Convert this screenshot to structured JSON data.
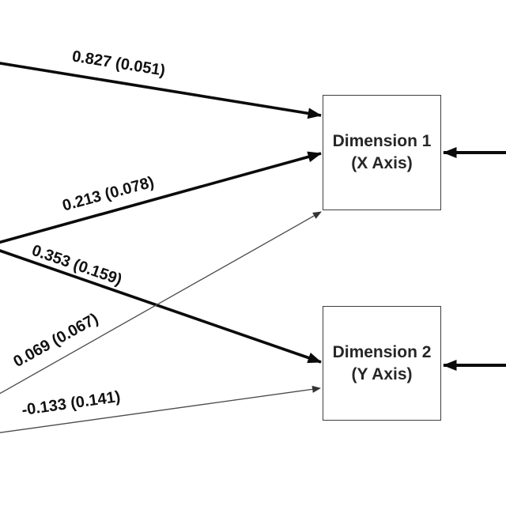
{
  "diagram": {
    "type": "path-diagram",
    "background": "#ffffff",
    "nodes": [
      {
        "id": "dimension-1",
        "title": "Dimension 1",
        "subtitle": "(X Axis)"
      },
      {
        "id": "dimension-2",
        "title": "Dimension 2",
        "subtitle": "(Y Axis)"
      }
    ],
    "edges": [
      {
        "id": "edge-0827",
        "label": "0.827 (0.051)",
        "estimate": 0.827,
        "se": 0.051,
        "target": "dimension-1",
        "weight": "thick",
        "from": "off-canvas-left"
      },
      {
        "id": "edge-0213",
        "label": "0.213 (0.078)",
        "estimate": 0.213,
        "se": 0.078,
        "target": "dimension-1",
        "weight": "thick",
        "from": "off-canvas-left"
      },
      {
        "id": "edge-0353",
        "label": "0.353 (0.159)",
        "estimate": 0.353,
        "se": 0.159,
        "target": "dimension-2",
        "weight": "thick",
        "from": "off-canvas-left"
      },
      {
        "id": "edge-0069",
        "label": "0.069 (0.067)",
        "estimate": 0.069,
        "se": 0.067,
        "target": "dimension-1",
        "weight": "thin",
        "from": "off-canvas-left"
      },
      {
        "id": "edge-m0133",
        "label": "-0.133 (0.141)",
        "estimate": -0.133,
        "se": 0.141,
        "target": "dimension-2",
        "weight": "thin",
        "from": "off-canvas-left"
      },
      {
        "id": "edge-right-dim1",
        "label": "",
        "target": "dimension-1",
        "weight": "thick",
        "from": "off-canvas-right"
      },
      {
        "id": "edge-right-dim2",
        "label": "",
        "target": "dimension-2",
        "weight": "thick",
        "from": "off-canvas-right"
      }
    ],
    "colors": {
      "thick_line": "#0b0b0b",
      "thin_line": "#4a4a4a",
      "box_border": "#3e3e3e",
      "text": "#111111"
    }
  }
}
